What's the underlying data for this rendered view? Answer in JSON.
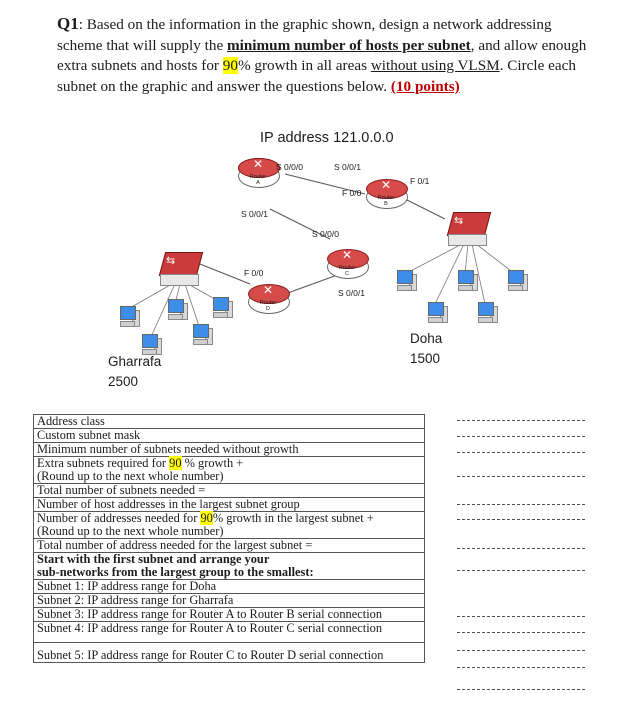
{
  "question": {
    "number": "Q1",
    "p1": ": Based on the information in the graphic shown, design a network addressing scheme that will supply the ",
    "emph1": "minimum number of hosts per subnet",
    "p2": ", and allow enough extra subnets and hosts for ",
    "percent": "90",
    "p3": "% growth in all areas ",
    "emph2": "without using VLSM",
    "p4": ". Circle each subnet on the graphic and answer the questions below. ",
    "points": "(10 points)"
  },
  "graphic": {
    "ip_title": "IP address 121.0.0.0",
    "routers": [
      "Router A",
      "Router B",
      "Router C",
      "Router D"
    ],
    "router_texts": {
      "a1": "Router",
      "a2": "A",
      "b1": "Router",
      "b2": "B",
      "c1": "Router",
      "c2": "C",
      "d1": "Router",
      "d2": "D"
    },
    "interfaces": {
      "a_s000": "S 0/0/0",
      "a_s001": "S 0/0/1",
      "b_s001": "S 0/0/1",
      "b_f00": "F 0/0",
      "b_f01": "F 0/1",
      "c_s000": "S 0/0/0",
      "c_s001": "S 0/0/1",
      "d_f00": "F 0/0"
    },
    "gharrafa": {
      "name": "Gharrafa",
      "hosts": "2500"
    },
    "doha": {
      "name": "Doha",
      "hosts": "1500"
    }
  },
  "table": {
    "rows": [
      {
        "text": "Address class"
      },
      {
        "text": "Custom subnet mask"
      },
      {
        "text": "Minimum number of subnets needed without growth"
      },
      {
        "pre": "Extra subnets required for ",
        "hl": "90",
        "post": " % growth +",
        "sub": "(Round up to the next whole number)"
      },
      {
        "text": "Total number of subnets needed ="
      },
      {
        "text": "Number of host addresses in the largest subnet group"
      },
      {
        "pre": "Number of addresses needed for ",
        "hl": "90",
        "post": "% growth in the largest subnet +",
        "sub": "(Round up to the next whole number)"
      },
      {
        "text": "Total number of address needed for the largest subnet ="
      },
      {
        "bold1": "Start with the first subnet and arrange your",
        "bold2": "sub-networks from the largest group to the smallest:"
      },
      {
        "text": "Subnet 1: IP address range for Doha"
      },
      {
        "text": "Subnet 2: IP address range for Gharrafa"
      },
      {
        "text": "Subnet 3: IP address range for Router A to Router B serial connection"
      },
      {
        "text": "Subnet 4: IP address range for Router A to Router C serial connection"
      },
      {
        "text": "Subnet 5: IP address range for Router C to Router D serial connection"
      }
    ]
  }
}
